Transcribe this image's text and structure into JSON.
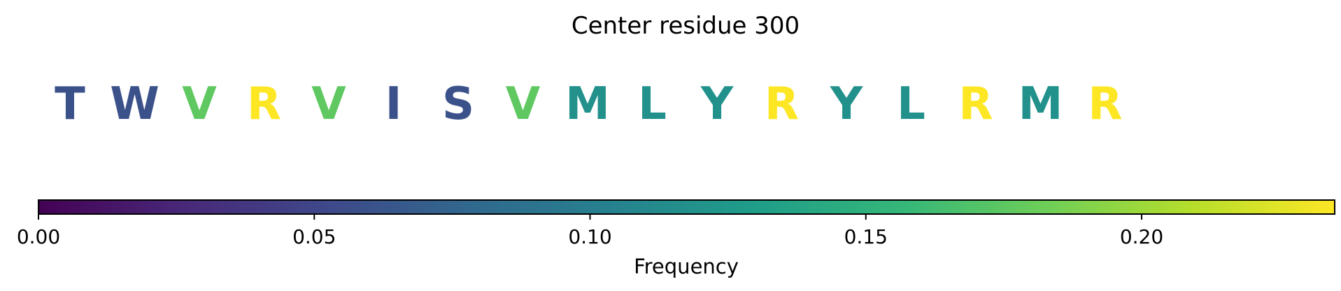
{
  "chart_data": {
    "type": "sequence-colorbar",
    "title": "Center residue 300",
    "colormap": "viridis",
    "colormap_stops": [
      "#440154",
      "#482878",
      "#3e4989",
      "#31688e",
      "#26828e",
      "#1f9e89",
      "#35b779",
      "#6ece58",
      "#b5de2b",
      "#fde725"
    ],
    "residues": [
      {
        "letter": "T",
        "frequency": 0.059
      },
      {
        "letter": "W",
        "frequency": 0.059
      },
      {
        "letter": "V",
        "frequency": 0.176
      },
      {
        "letter": "R",
        "frequency": 0.235
      },
      {
        "letter": "V",
        "frequency": 0.176
      },
      {
        "letter": "I",
        "frequency": 0.059
      },
      {
        "letter": "S",
        "frequency": 0.059
      },
      {
        "letter": "V",
        "frequency": 0.176
      },
      {
        "letter": "M",
        "frequency": 0.118
      },
      {
        "letter": "L",
        "frequency": 0.118
      },
      {
        "letter": "Y",
        "frequency": 0.118
      },
      {
        "letter": "R",
        "frequency": 0.235
      },
      {
        "letter": "Y",
        "frequency": 0.118
      },
      {
        "letter": "L",
        "frequency": 0.118
      },
      {
        "letter": "R",
        "frequency": 0.235
      },
      {
        "letter": "M",
        "frequency": 0.118
      },
      {
        "letter": "R",
        "frequency": 0.235
      }
    ],
    "colorbar": {
      "min": 0.0,
      "max": 0.235,
      "ticks": [
        0.0,
        0.05,
        0.1,
        0.15,
        0.2
      ],
      "tick_labels": [
        "0.00",
        "0.05",
        "0.10",
        "0.15",
        "0.20"
      ],
      "label": "Frequency",
      "orientation": "horizontal"
    }
  }
}
